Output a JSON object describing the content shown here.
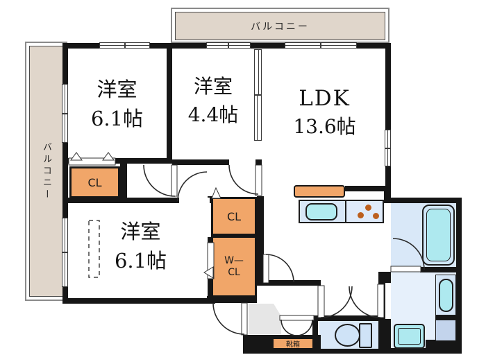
{
  "plan": {
    "balcony_top_label": "バルコニー",
    "balcony_left_label": "バルコニー",
    "room1_name": "洋室",
    "room1_size": "6.1帖",
    "room2_name": "洋室",
    "room2_size": "4.4帖",
    "ldk_name": "LDK",
    "ldk_size": "13.6帖",
    "room3_name": "洋室",
    "room3_size": "6.1帖",
    "closet1_label": "CL",
    "closet2_label": "CL",
    "wcl_line1": "W—",
    "wcl_line2": "CL",
    "shoebox_label": "靴箱",
    "colors": {
      "wall": "#161616",
      "closet_orange": "#F1A669",
      "balcony_beige": "#E0D6CB",
      "floor_blue": "#D9E8F8",
      "fixture_cyan": "#AEE9EF",
      "burner_orange": "#BC5F1D",
      "entry_step_grey": "#E6E6E6"
    }
  }
}
